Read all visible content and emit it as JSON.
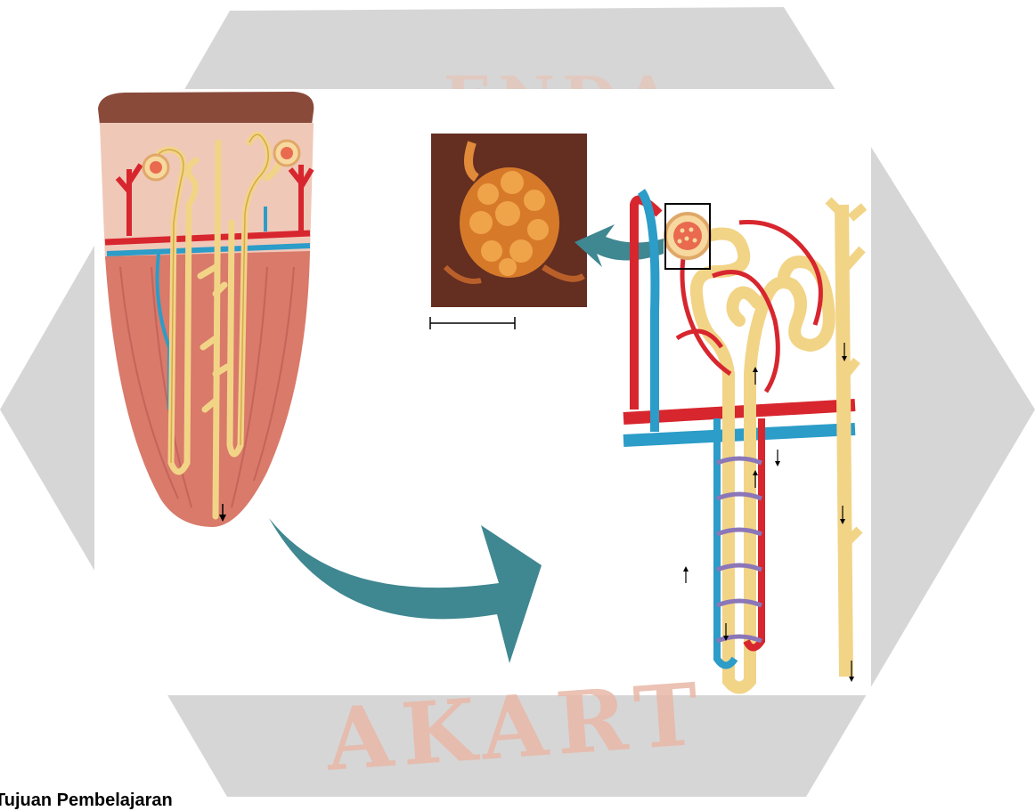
{
  "watermark": {
    "lower_text": "AKART",
    "upper_text": "ENDA",
    "hexagon_color": "#c9c9c9"
  },
  "footer": {
    "heading": "Tujuan Pembelajaran"
  },
  "colors": {
    "artery": "#d7262e",
    "vein": "#2c9cc8",
    "tubule": "#f2d487",
    "capillary": "#8a76b8",
    "tissue": "#e8a79b",
    "arrow": "#3f8791",
    "micrograph": "#5a2a1a"
  }
}
